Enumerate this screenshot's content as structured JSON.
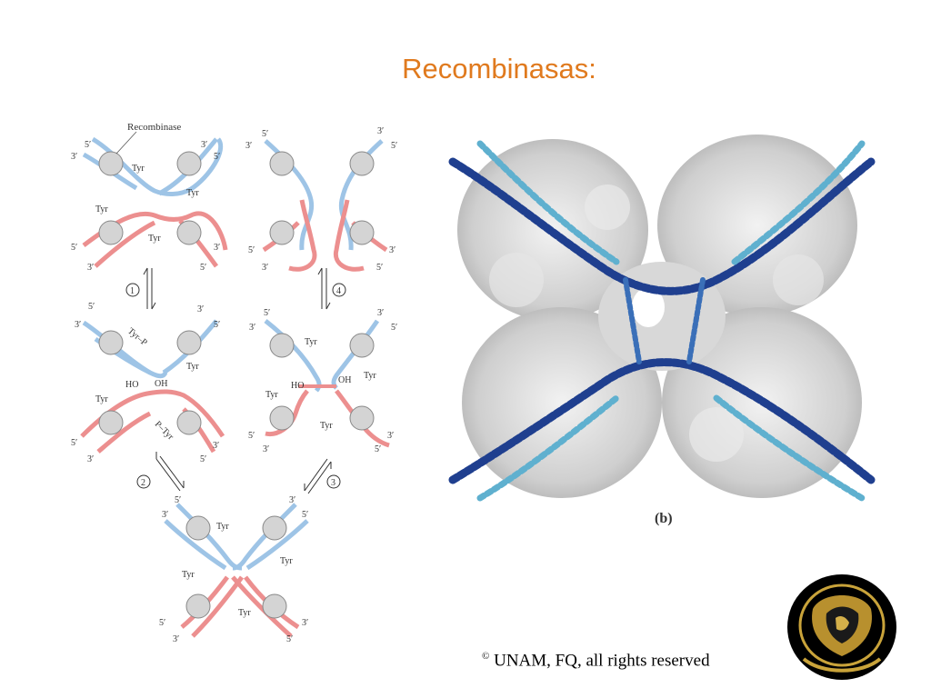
{
  "slide": {
    "title": "Recombinasas:",
    "copyright_symbol": "©",
    "copyright_text": "UNAM, FQ, all rights reserved"
  },
  "diagram": {
    "recombinase_label": "Recombinase",
    "tyr": "Tyr",
    "tyr_p": "Tyr–P",
    "p_tyr": "P–Tyr",
    "ho": "HO",
    "oh": "OH",
    "five_prime": "5′",
    "three_prime": "3′",
    "steps": [
      "1",
      "2",
      "3",
      "4"
    ]
  },
  "structure": {
    "panel_label": "(b)"
  },
  "colors": {
    "title": "#e07a1e",
    "dna_blue": "#9ec4e6",
    "dna_red": "#ec8f8f",
    "protein_sphere": "#d4d4d4",
    "surface_grey": "#cfcfcf",
    "dna_dark": "#1f3f8f",
    "dna_light": "#5fb0cf"
  },
  "icons": {
    "logo": "unam-seal-icon"
  }
}
